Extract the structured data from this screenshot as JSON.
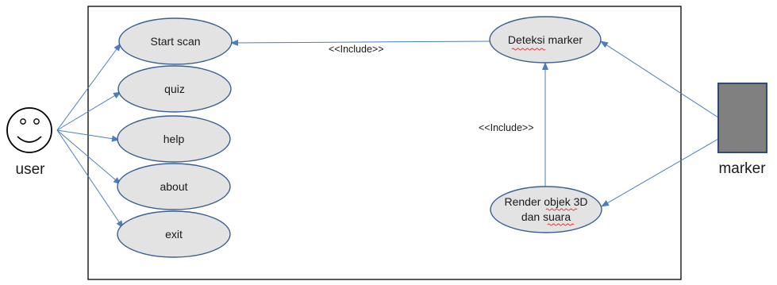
{
  "actors": {
    "user": {
      "label": "user"
    },
    "marker": {
      "label": "marker",
      "fill": "#808080",
      "stroke": "#2f4b7c"
    }
  },
  "use_cases": {
    "start_scan": "Start scan",
    "quiz": "quiz",
    "help": "help",
    "about": "about",
    "exit": "exit",
    "deteksi_marker": "Deteksi marker",
    "render_line1": "Render objek 3D",
    "render_line2": "dan suara"
  },
  "relations": {
    "include_top": "<<Include>>",
    "include_right": "<<Include>>"
  },
  "colors": {
    "use_case_fill": "#e3e3e3",
    "use_case_stroke": "#3a5f8f",
    "connector": "#4a7ec4",
    "system_border": "#000000"
  }
}
